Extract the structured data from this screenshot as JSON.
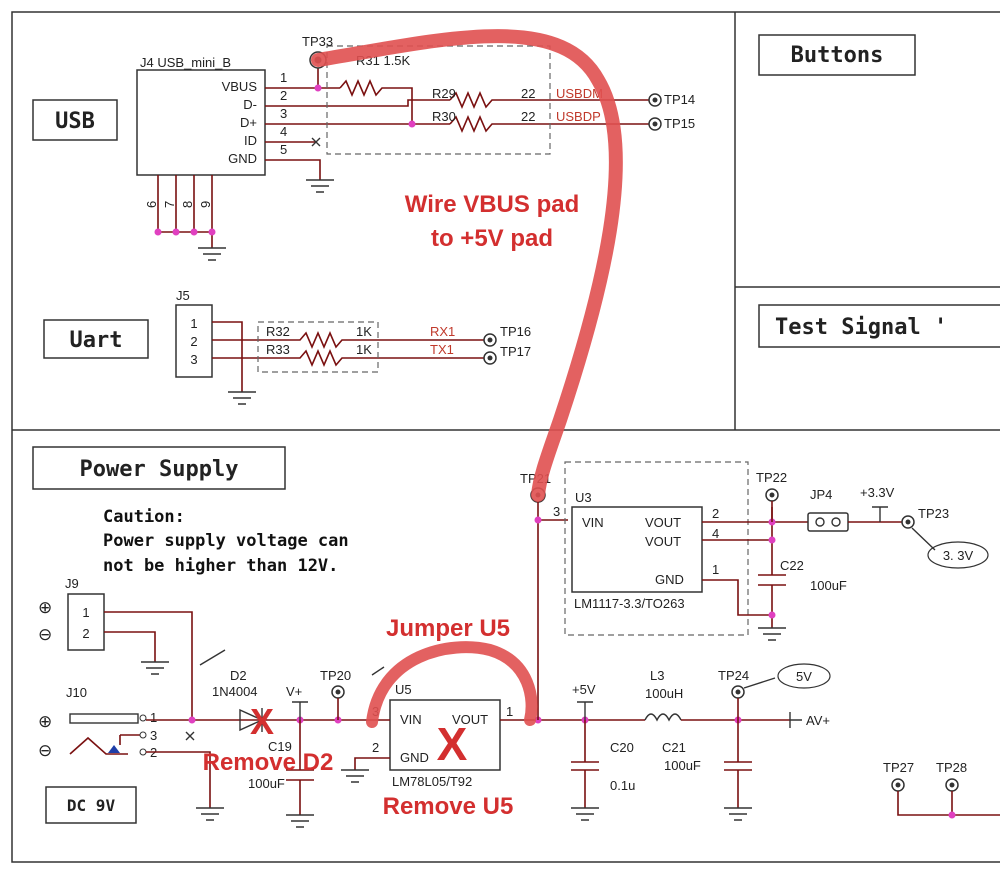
{
  "sections": {
    "usb": "USB",
    "uart": "Uart",
    "buttons": "Buttons",
    "test_signal": "Test Signal '",
    "power_supply": "Power Supply",
    "dc": "DC 9V"
  },
  "caution": {
    "line1": "Caution:",
    "line2": "Power supply voltage can",
    "line3": "not  be higher than 12V."
  },
  "usb": {
    "connector": "J4   USB_mini_B",
    "pins": [
      "VBUS",
      "D-",
      "D+",
      "ID",
      "GND"
    ],
    "pin_numbers": [
      "1",
      "2",
      "3",
      "4",
      "5"
    ],
    "shield_pins": [
      "6",
      "7",
      "8",
      "9"
    ],
    "tp33": "TP33",
    "r31": "R31  1.5K",
    "r29": "R29",
    "r30": "R30",
    "r29_val": "22",
    "r30_val": "22",
    "usbdm": "USBDM",
    "usbdp": "USBDP",
    "tp14": "TP14",
    "tp15": "TP15"
  },
  "uart": {
    "connector": "J5",
    "pin_numbers": [
      "1",
      "2",
      "3"
    ],
    "r32": "R32",
    "r33": "R33",
    "r32_val": "1K",
    "r33_val": "1K",
    "rx": "RX1",
    "tx": "TX1",
    "tp16": "TP16",
    "tp17": "TP17"
  },
  "power": {
    "j9": "J9",
    "j9_pins": [
      "1",
      "2"
    ],
    "j10": "J10",
    "j10_pins": [
      "1",
      "3",
      "2"
    ],
    "plus_sym": "⊕",
    "minus_sym": "⊖",
    "d2": "D2",
    "d2_part": "1N4004",
    "vplus": "V+",
    "c19": "C19",
    "c19_val": "100uF",
    "tp20": "TP20",
    "u5": "U5",
    "u5_vin": "VIN",
    "u5_vout": "VOUT",
    "u5_gnd": "GND",
    "u5_part": "LM78L05/T92",
    "u5_pins": [
      "3",
      "2",
      "1"
    ],
    "tp21": "TP21",
    "u3": "U3",
    "u3_vin": "VIN",
    "u3_vout1": "VOUT",
    "u3_vout2": "VOUT",
    "u3_gnd": "GND",
    "u3_part": "LM1117-3.3/TO263",
    "u3_pins": [
      "3",
      "2",
      "4",
      "1"
    ],
    "tp22": "TP22",
    "jp4": "JP4",
    "v33": "+3.3V",
    "tp23": "TP23",
    "v33_bubble": "3. 3V",
    "c22": "C22",
    "c22_val": "100uF",
    "v5": "+5V",
    "c20": "C20",
    "c20_val": "0.1u",
    "l3": "L3",
    "l3_val": "100uH",
    "c21": "C21",
    "c21_val": "100uF",
    "tp24": "TP24",
    "v5_bubble": "5V",
    "avplus": "AV+",
    "tp27": "TP27",
    "tp28": "TP28"
  },
  "annotations": {
    "wire_line1": "Wire VBUS pad",
    "wire_line2": "to +5V pad",
    "jumper": "Jumper U5",
    "remove_d2": "Remove D2",
    "remove_u5": "Remove U5",
    "x_mark": "X"
  },
  "colors": {
    "annotation_red": "#d32f2f",
    "wire_dark": "#7a1010",
    "net_label": "#c0392b",
    "junction": "#e040c0"
  }
}
